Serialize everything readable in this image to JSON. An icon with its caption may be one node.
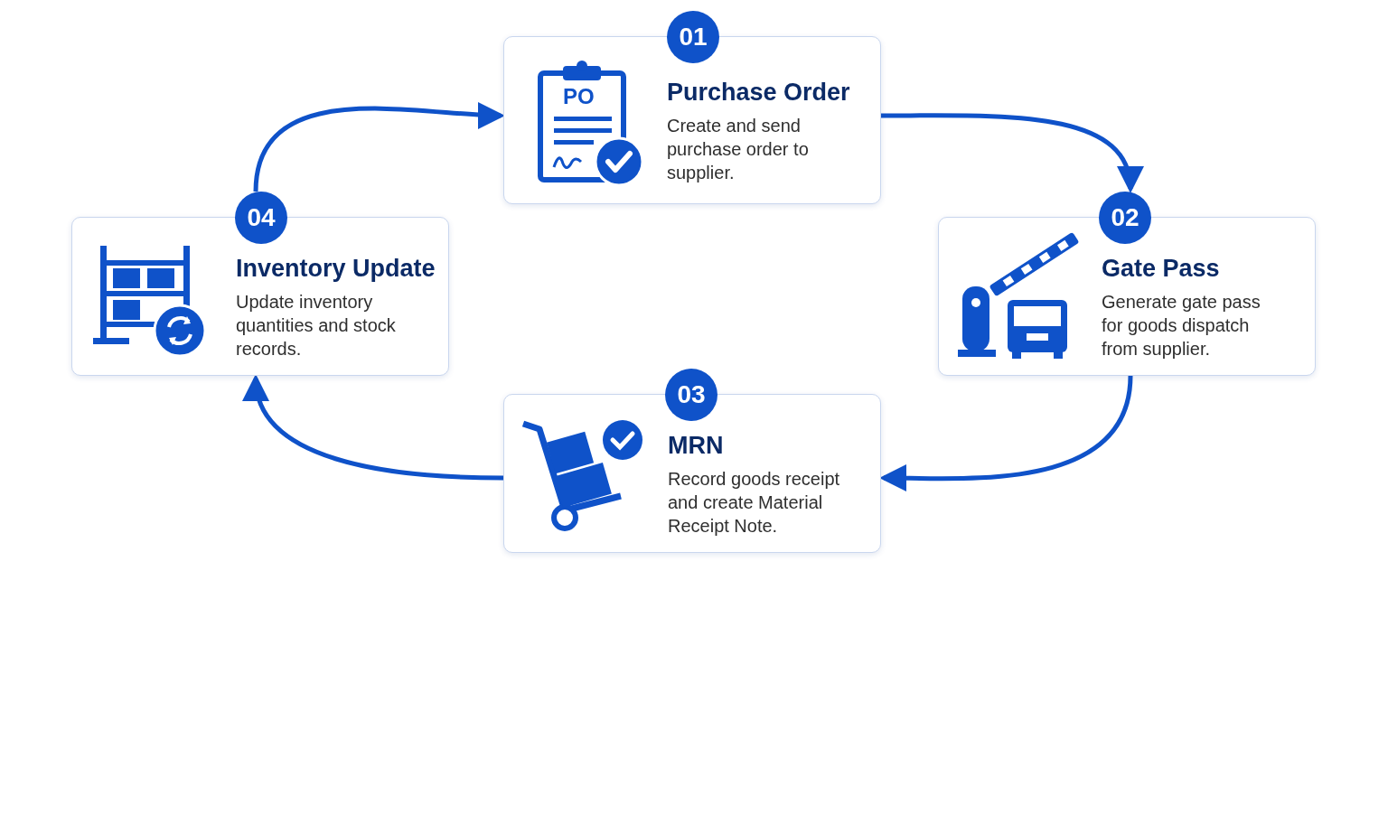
{
  "diagram": {
    "nodes": [
      {
        "text": [
          "01",
          "Purchase Order",
          "Create and send purchase order to supplier."
        ]
      },
      {
        "text": [
          "02",
          "Gate Pass",
          "Generate gate pass for goods dispatch from supplier."
        ]
      },
      {
        "text": [
          "03",
          "MRN",
          "Record goods receipt and create Material Receipt Note."
        ]
      },
      {
        "text": [
          "04",
          "Inventory Update",
          "Update inventory quantities and stock records."
        ]
      }
    ],
    "edges": [
      {
        "from": 0,
        "to": 1,
        "arrow": "to"
      },
      {
        "from": 1,
        "to": 2,
        "arrow": "to"
      },
      {
        "from": 2,
        "to": 3,
        "arrow": "to"
      },
      {
        "from": 3,
        "to": 0,
        "arrow": "to"
      }
    ],
    "labels": [
      "PO"
    ]
  }
}
